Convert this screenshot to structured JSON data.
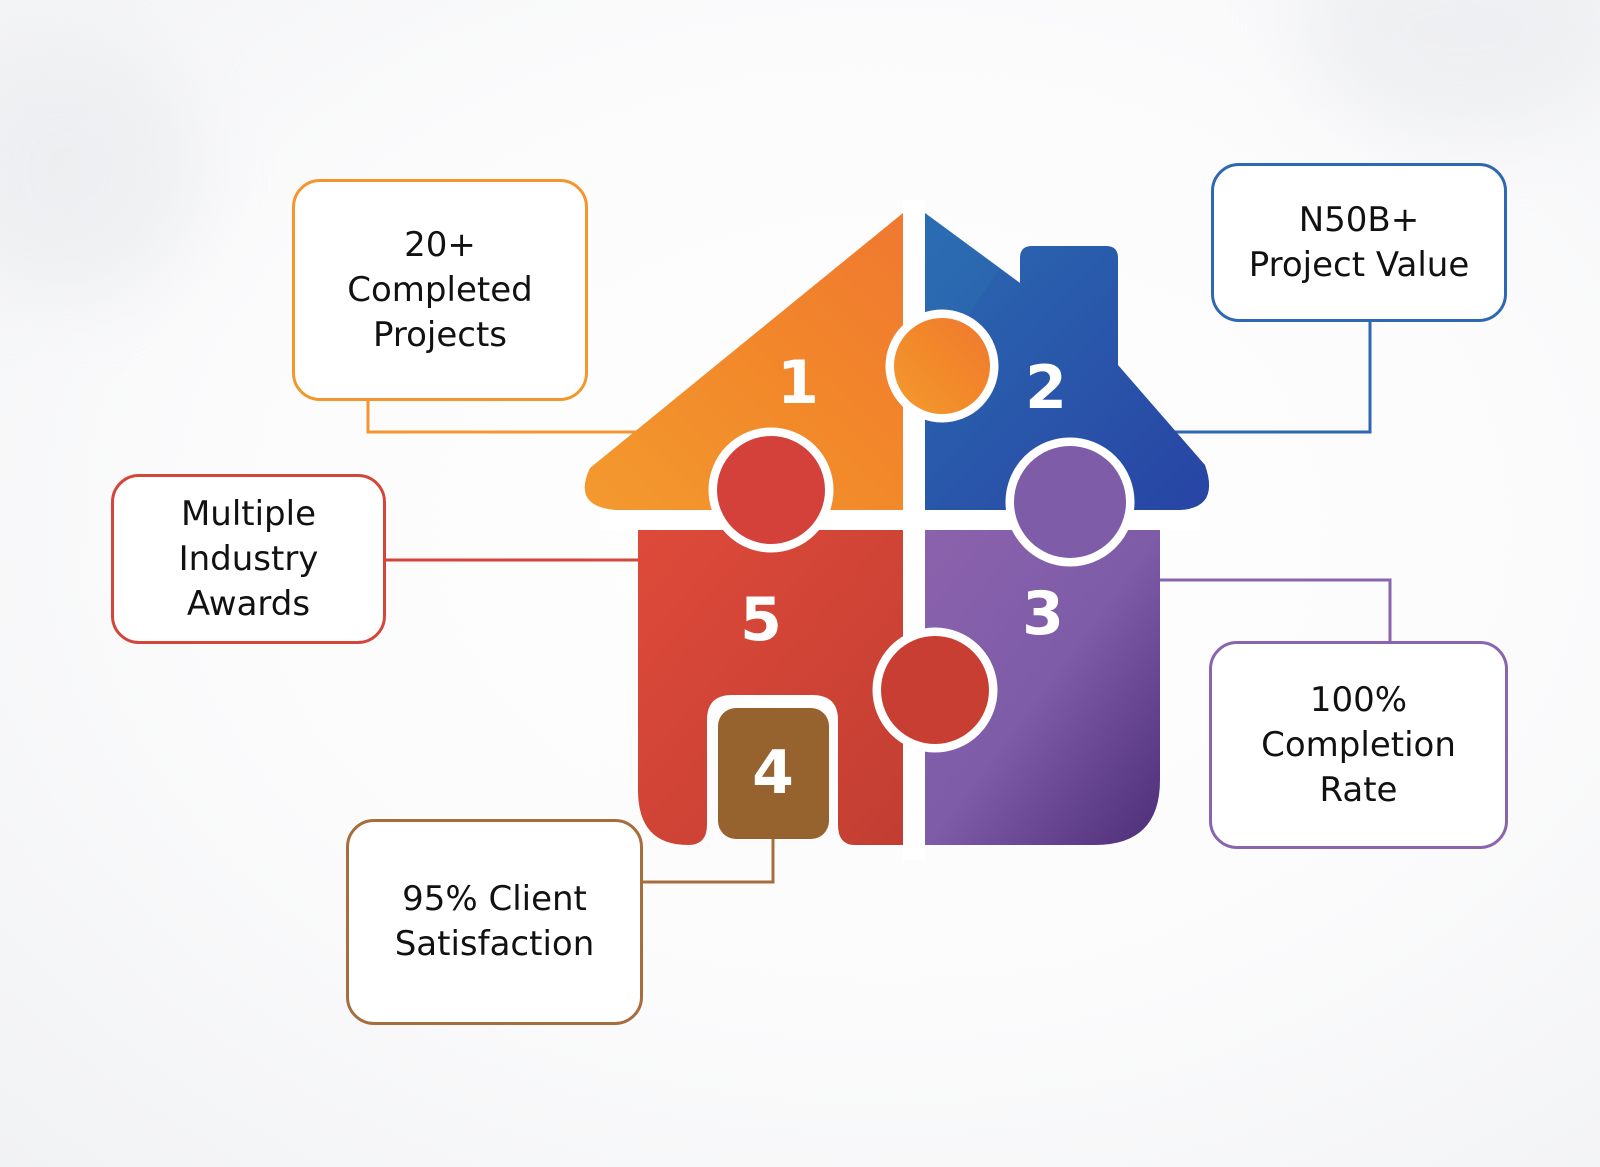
{
  "pieces": [
    {
      "number": "1",
      "color": "#F28A2E"
    },
    {
      "number": "2",
      "color": "#2A4FA8"
    },
    {
      "number": "3",
      "color": "#7E5CA8"
    },
    {
      "number": "4",
      "color": "#96622E"
    },
    {
      "number": "5",
      "color": "#D9443A"
    }
  ],
  "stats": {
    "completed_projects": {
      "text": "20+\nCompleted\nProjects",
      "color": "#F3962D"
    },
    "project_value": {
      "text": "N50B+\nProject Value",
      "color": "#2E68B0"
    },
    "awards": {
      "text": "Multiple\nIndustry\nAwards",
      "color": "#D4463A"
    },
    "completion_rate": {
      "text": "100%\nCompletion\nRate",
      "color": "#8B64AE"
    },
    "client_satisfaction": {
      "text": "95% Client\nSatisfaction",
      "color": "#A66E3C"
    }
  }
}
